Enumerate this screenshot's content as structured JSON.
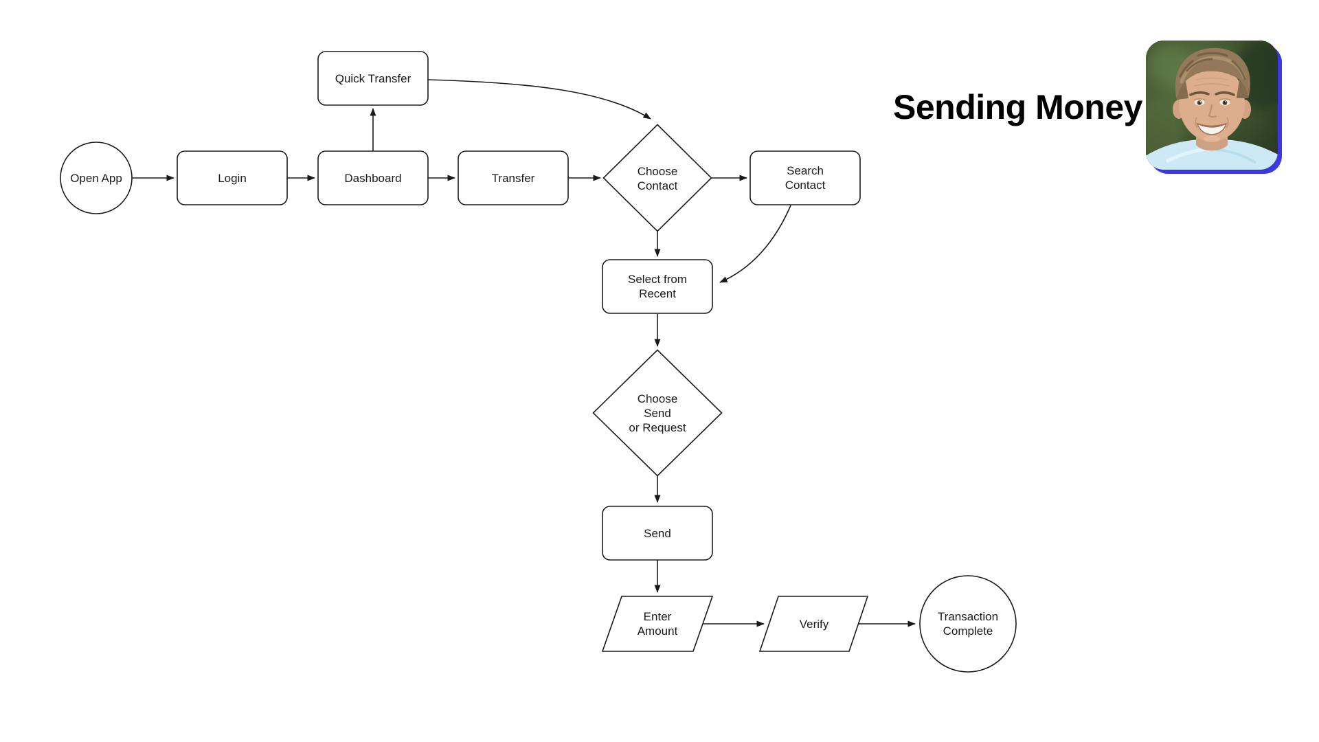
{
  "title": "Sending Money",
  "colors": {
    "node_stroke": "#1a1a1a",
    "node_fill": "#ffffff",
    "edge_line": "#1a1a1a",
    "text": "#1a1a1a",
    "photo_border": "#3b38e0"
  },
  "nodes": {
    "open_app": {
      "type": "start-circle",
      "lines": [
        "Open App"
      ]
    },
    "login": {
      "type": "process",
      "lines": [
        "Login"
      ]
    },
    "quick_transfer": {
      "type": "process",
      "lines": [
        "Quick Transfer"
      ]
    },
    "dashboard": {
      "type": "process",
      "lines": [
        "Dashboard"
      ]
    },
    "transfer": {
      "type": "process",
      "lines": [
        "Transfer"
      ]
    },
    "choose_contact": {
      "type": "decision",
      "lines": [
        "Choose",
        "Contact"
      ]
    },
    "search_contact": {
      "type": "process",
      "lines": [
        "Search",
        "Contact"
      ]
    },
    "select_from_recent": {
      "type": "process",
      "lines": [
        "Select from",
        "Recent"
      ]
    },
    "choose_send_or_request": {
      "type": "decision",
      "lines": [
        "Choose",
        "Send",
        "or Request"
      ]
    },
    "send": {
      "type": "process",
      "lines": [
        "Send"
      ]
    },
    "enter_amount": {
      "type": "input-parallelogram",
      "lines": [
        "Enter",
        "Amount"
      ]
    },
    "verify": {
      "type": "input-parallelogram",
      "lines": [
        "Verify"
      ]
    },
    "transaction_complete": {
      "type": "end-circle",
      "lines": [
        "Transaction",
        "Complete"
      ]
    }
  },
  "edges": [
    {
      "from": "open_app",
      "to": "login"
    },
    {
      "from": "login",
      "to": "dashboard"
    },
    {
      "from": "dashboard",
      "to": "quick_transfer"
    },
    {
      "from": "dashboard",
      "to": "transfer"
    },
    {
      "from": "transfer",
      "to": "choose_contact"
    },
    {
      "from": "quick_transfer",
      "to": "choose_contact",
      "style": "curved"
    },
    {
      "from": "choose_contact",
      "to": "search_contact"
    },
    {
      "from": "choose_contact",
      "to": "select_from_recent"
    },
    {
      "from": "search_contact",
      "to": "select_from_recent",
      "style": "curved"
    },
    {
      "from": "select_from_recent",
      "to": "choose_send_or_request"
    },
    {
      "from": "choose_send_or_request",
      "to": "send"
    },
    {
      "from": "send",
      "to": "enter_amount"
    },
    {
      "from": "enter_amount",
      "to": "verify"
    },
    {
      "from": "verify",
      "to": "transaction_complete"
    }
  ]
}
